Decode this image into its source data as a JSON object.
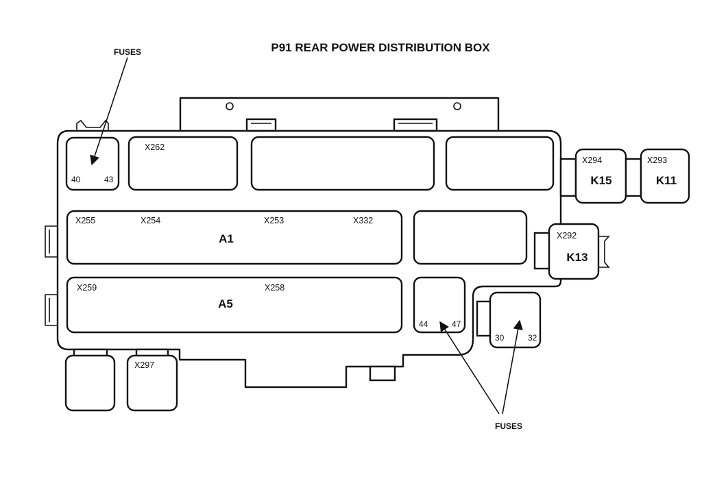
{
  "title": "P91 REAR POWER DISTRIBUTION BOX",
  "callouts": {
    "fuses_top": "FUSES",
    "fuses_bottom": "FUSES"
  },
  "connectors": {
    "x262": "X262",
    "x255": "X255",
    "x254": "X254",
    "x253": "X253",
    "x332": "X332",
    "x259": "X259",
    "x258": "X258",
    "x294": "X294",
    "x293": "X293",
    "x292": "X292",
    "x297": "X297"
  },
  "modules": {
    "a1": "A1",
    "a5": "A5"
  },
  "relays": {
    "k15": "K15",
    "k11": "K11",
    "k13": "K13"
  },
  "fuse_pins": {
    "top_left_start": "40",
    "top_left_end": "43",
    "mid_start": "44",
    "mid_end": "47",
    "right_start": "30",
    "right_end": "32"
  }
}
